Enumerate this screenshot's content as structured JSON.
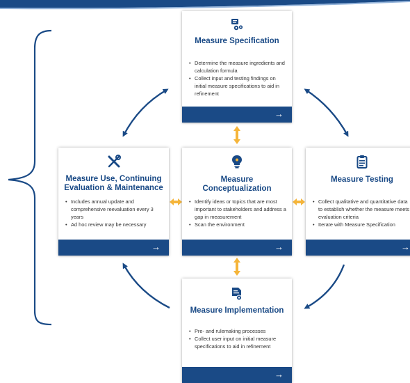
{
  "colors": {
    "accent": "#1a4a86",
    "connector": "#f5b53a"
  },
  "cards": {
    "specification": {
      "icon": "gear-document-icon",
      "title": "Measure Specification",
      "bullets": [
        "Determine the measure ingredients and calculation formula",
        "Collect input and testing findings on initial measure specifications to aid in refinement"
      ],
      "arrow": "→"
    },
    "use": {
      "icon": "tools-icon",
      "title": "Measure Use, Continuing Evaluation & Maintenance",
      "bullets": [
        "Includes annual update and comprehensive reevaluation every 3 years",
        "Ad hoc review may be necessary"
      ],
      "arrow": "→"
    },
    "conceptualization": {
      "icon": "lightbulb-icon",
      "title": "Measure Conceptualization",
      "bullets": [
        "Identify ideas or topics that are most important to stakeholders and address a gap in measurement",
        "Scan the environment"
      ],
      "arrow": "→"
    },
    "testing": {
      "icon": "clipboard-icon",
      "title": "Measure Testing",
      "bullets": [
        "Collect qualitative and quantitative data to establish whether the measure meets evaluation criteria",
        "Iterate with Measure Specification"
      ],
      "arrow": "→"
    },
    "implementation": {
      "icon": "document-gear-icon",
      "title": "Measure Implementation",
      "bullets": [
        "Pre- and rulemaking processes",
        "Collect user input on initial measure specifications to aid in refinement"
      ],
      "arrow": "→"
    }
  }
}
